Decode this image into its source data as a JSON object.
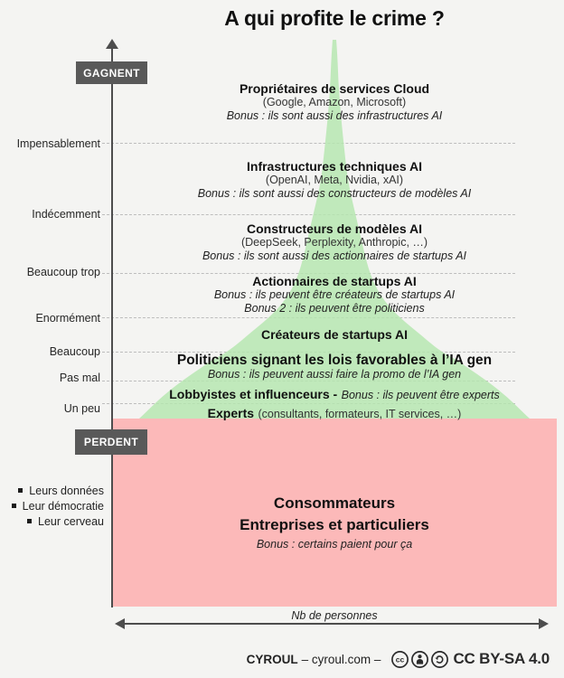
{
  "title": "A qui profite le crime ?",
  "colors": {
    "background": "#f4f4f2",
    "green_area": "#b5e6af",
    "pink_area": "#fcb9b9",
    "badge_gray": "#595959",
    "axis_gray": "#4d4d4d"
  },
  "axis": {
    "winners_label": "GAGNENT",
    "losers_label": "PERDENT",
    "x_label": "Nb de personnes",
    "y_ticks": [
      "Impensablement",
      "Indécemment",
      "Beaucoup trop",
      "Enormément",
      "Beaucoup",
      "Pas mal",
      "Un peu"
    ]
  },
  "levels": [
    {
      "name": "Propriétaires de services Cloud",
      "detail": "(Google, Amazon, Microsoft)",
      "bonus": "Bonus : ils sont aussi des infrastructures AI"
    },
    {
      "name": "Infrastructures techniques AI",
      "detail": "(OpenAI, Meta, Nvidia, xAI)",
      "bonus": "Bonus : ils sont aussi des constructeurs de modèles AI"
    },
    {
      "name": "Constructeurs de modèles AI",
      "detail": "(DeepSeek, Perplexity, Anthropic, …)",
      "bonus": "Bonus : ils sont aussi des actionnaires de startups AI"
    },
    {
      "name": "Actionnaires de startups AI",
      "bonus": "Bonus : ils peuvent être créateurs de startups AI",
      "bonus2": "Bonus 2 : ils peuvent être politiciens"
    },
    {
      "name": "Créateurs de startups AI"
    },
    {
      "name": "Politiciens signant les lois favorables à l’IA gen",
      "bonus": "Bonus : ils peuvent aussi faire la promo de l’IA gen"
    },
    {
      "name": "Lobbyistes et influenceurs -",
      "bonus": "Bonus : ils peuvent être experts"
    },
    {
      "name": "Experts",
      "detail": "(consultants, formateurs, IT services, …)"
    }
  ],
  "losers_box": {
    "line1": "Consommateurs",
    "line2": "Entreprises et particuliers",
    "bonus": "Bonus : certains paient pour ça"
  },
  "losses": [
    "Leurs données",
    "Leur démocratie",
    "Leur cerveau"
  ],
  "footer": {
    "author": "CYROUL",
    "middle": "– cyroul.com –",
    "license": "CC BY-SA 4.0"
  },
  "chart_data": {
    "type": "area",
    "title": "A qui profite le crime ?",
    "xlabel": "Nb de personnes",
    "ylabel": "",
    "y_axis_top_label": "GAGNENT",
    "y_axis_bottom_label": "PERDENT",
    "y_tick_labels_top_to_bottom": [
      "Impensablement",
      "Indécemment",
      "Beaucoup trop",
      "Enormément",
      "Beaucoup",
      "Pas mal",
      "Un peu"
    ],
    "legend": "none",
    "grid": "dashed horizontal lines at each gain level",
    "distribution_top_to_bottom": [
      {
        "category": "Propriétaires de services Cloud",
        "examples": "Google, Amazon, Microsoft",
        "gain": "Impensablement",
        "nb_personnes_relatif_pct": 2
      },
      {
        "category": "Infrastructures techniques AI",
        "examples": "OpenAI, Meta, Nvidia, xAI",
        "gain": "Indécemment",
        "nb_personnes_relatif_pct": 4
      },
      {
        "category": "Constructeurs de modèles AI",
        "examples": "DeepSeek, Perplexity, Anthropic",
        "gain": "Beaucoup trop",
        "nb_personnes_relatif_pct": 8
      },
      {
        "category": "Actionnaires de startups AI",
        "examples": "",
        "gain": "Enormément",
        "nb_personnes_relatif_pct": 14
      },
      {
        "category": "Créateurs de startups AI",
        "examples": "",
        "gain": "Beaucoup",
        "nb_personnes_relatif_pct": 27
      },
      {
        "category": "Politiciens signant les lois favorables à l’IA gen",
        "examples": "",
        "gain": "Pas mal",
        "nb_personnes_relatif_pct": 40
      },
      {
        "category": "Lobbyistes et influenceurs",
        "examples": "",
        "gain": "Un peu",
        "nb_personnes_relatif_pct": 65
      },
      {
        "category": "Experts",
        "examples": "consultants, formateurs, IT services",
        "gain": "Un peu",
        "nb_personnes_relatif_pct": 88
      },
      {
        "category": "Consommateurs — Entreprises et particuliers",
        "examples": "",
        "gain": "PERDENT (leurs données, leur démocratie, leur cerveau)",
        "nb_personnes_relatif_pct": 100
      }
    ]
  }
}
